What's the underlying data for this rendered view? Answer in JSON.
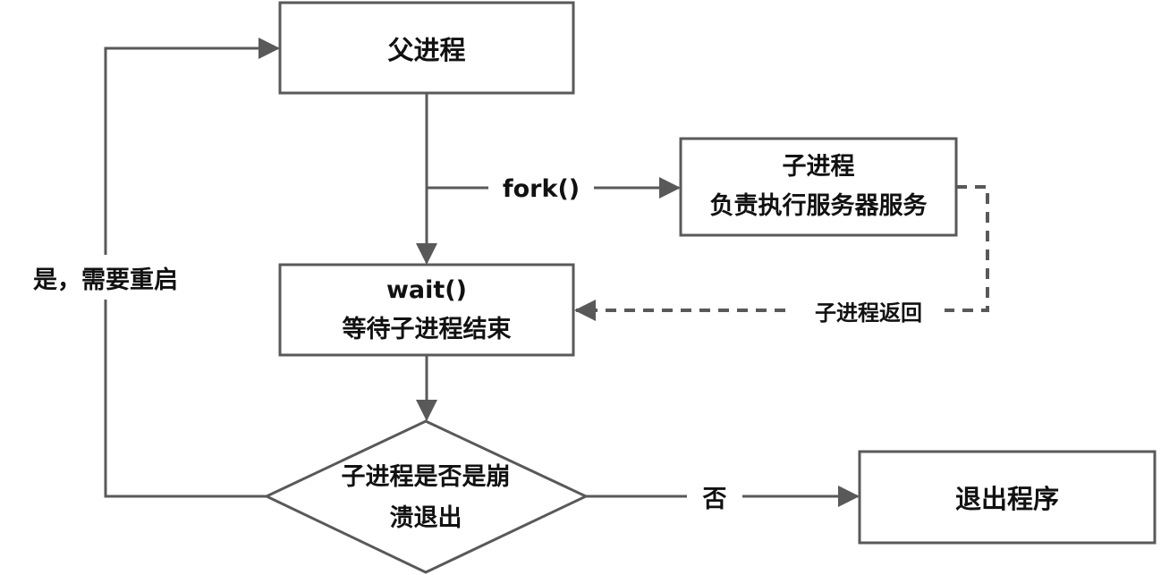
{
  "nodes": {
    "parent_process": {
      "label": "父进程"
    },
    "child_process": {
      "line1": "子进程",
      "line2": "负责执行服务器服务"
    },
    "wait_box": {
      "line1": "wait()",
      "line2": "等待子进程结束"
    },
    "crash_decision": {
      "line1": "子进程是否是崩",
      "line2": "溃退出"
    },
    "exit_program": {
      "label": "退出程序"
    }
  },
  "edges": {
    "fork_label": "fork()",
    "child_return_label": "子进程返回",
    "restart_label": "是，需要重启",
    "no_label": "否"
  },
  "colors": {
    "stroke": "#595959",
    "text": "#111111",
    "background": "#ffffff"
  }
}
